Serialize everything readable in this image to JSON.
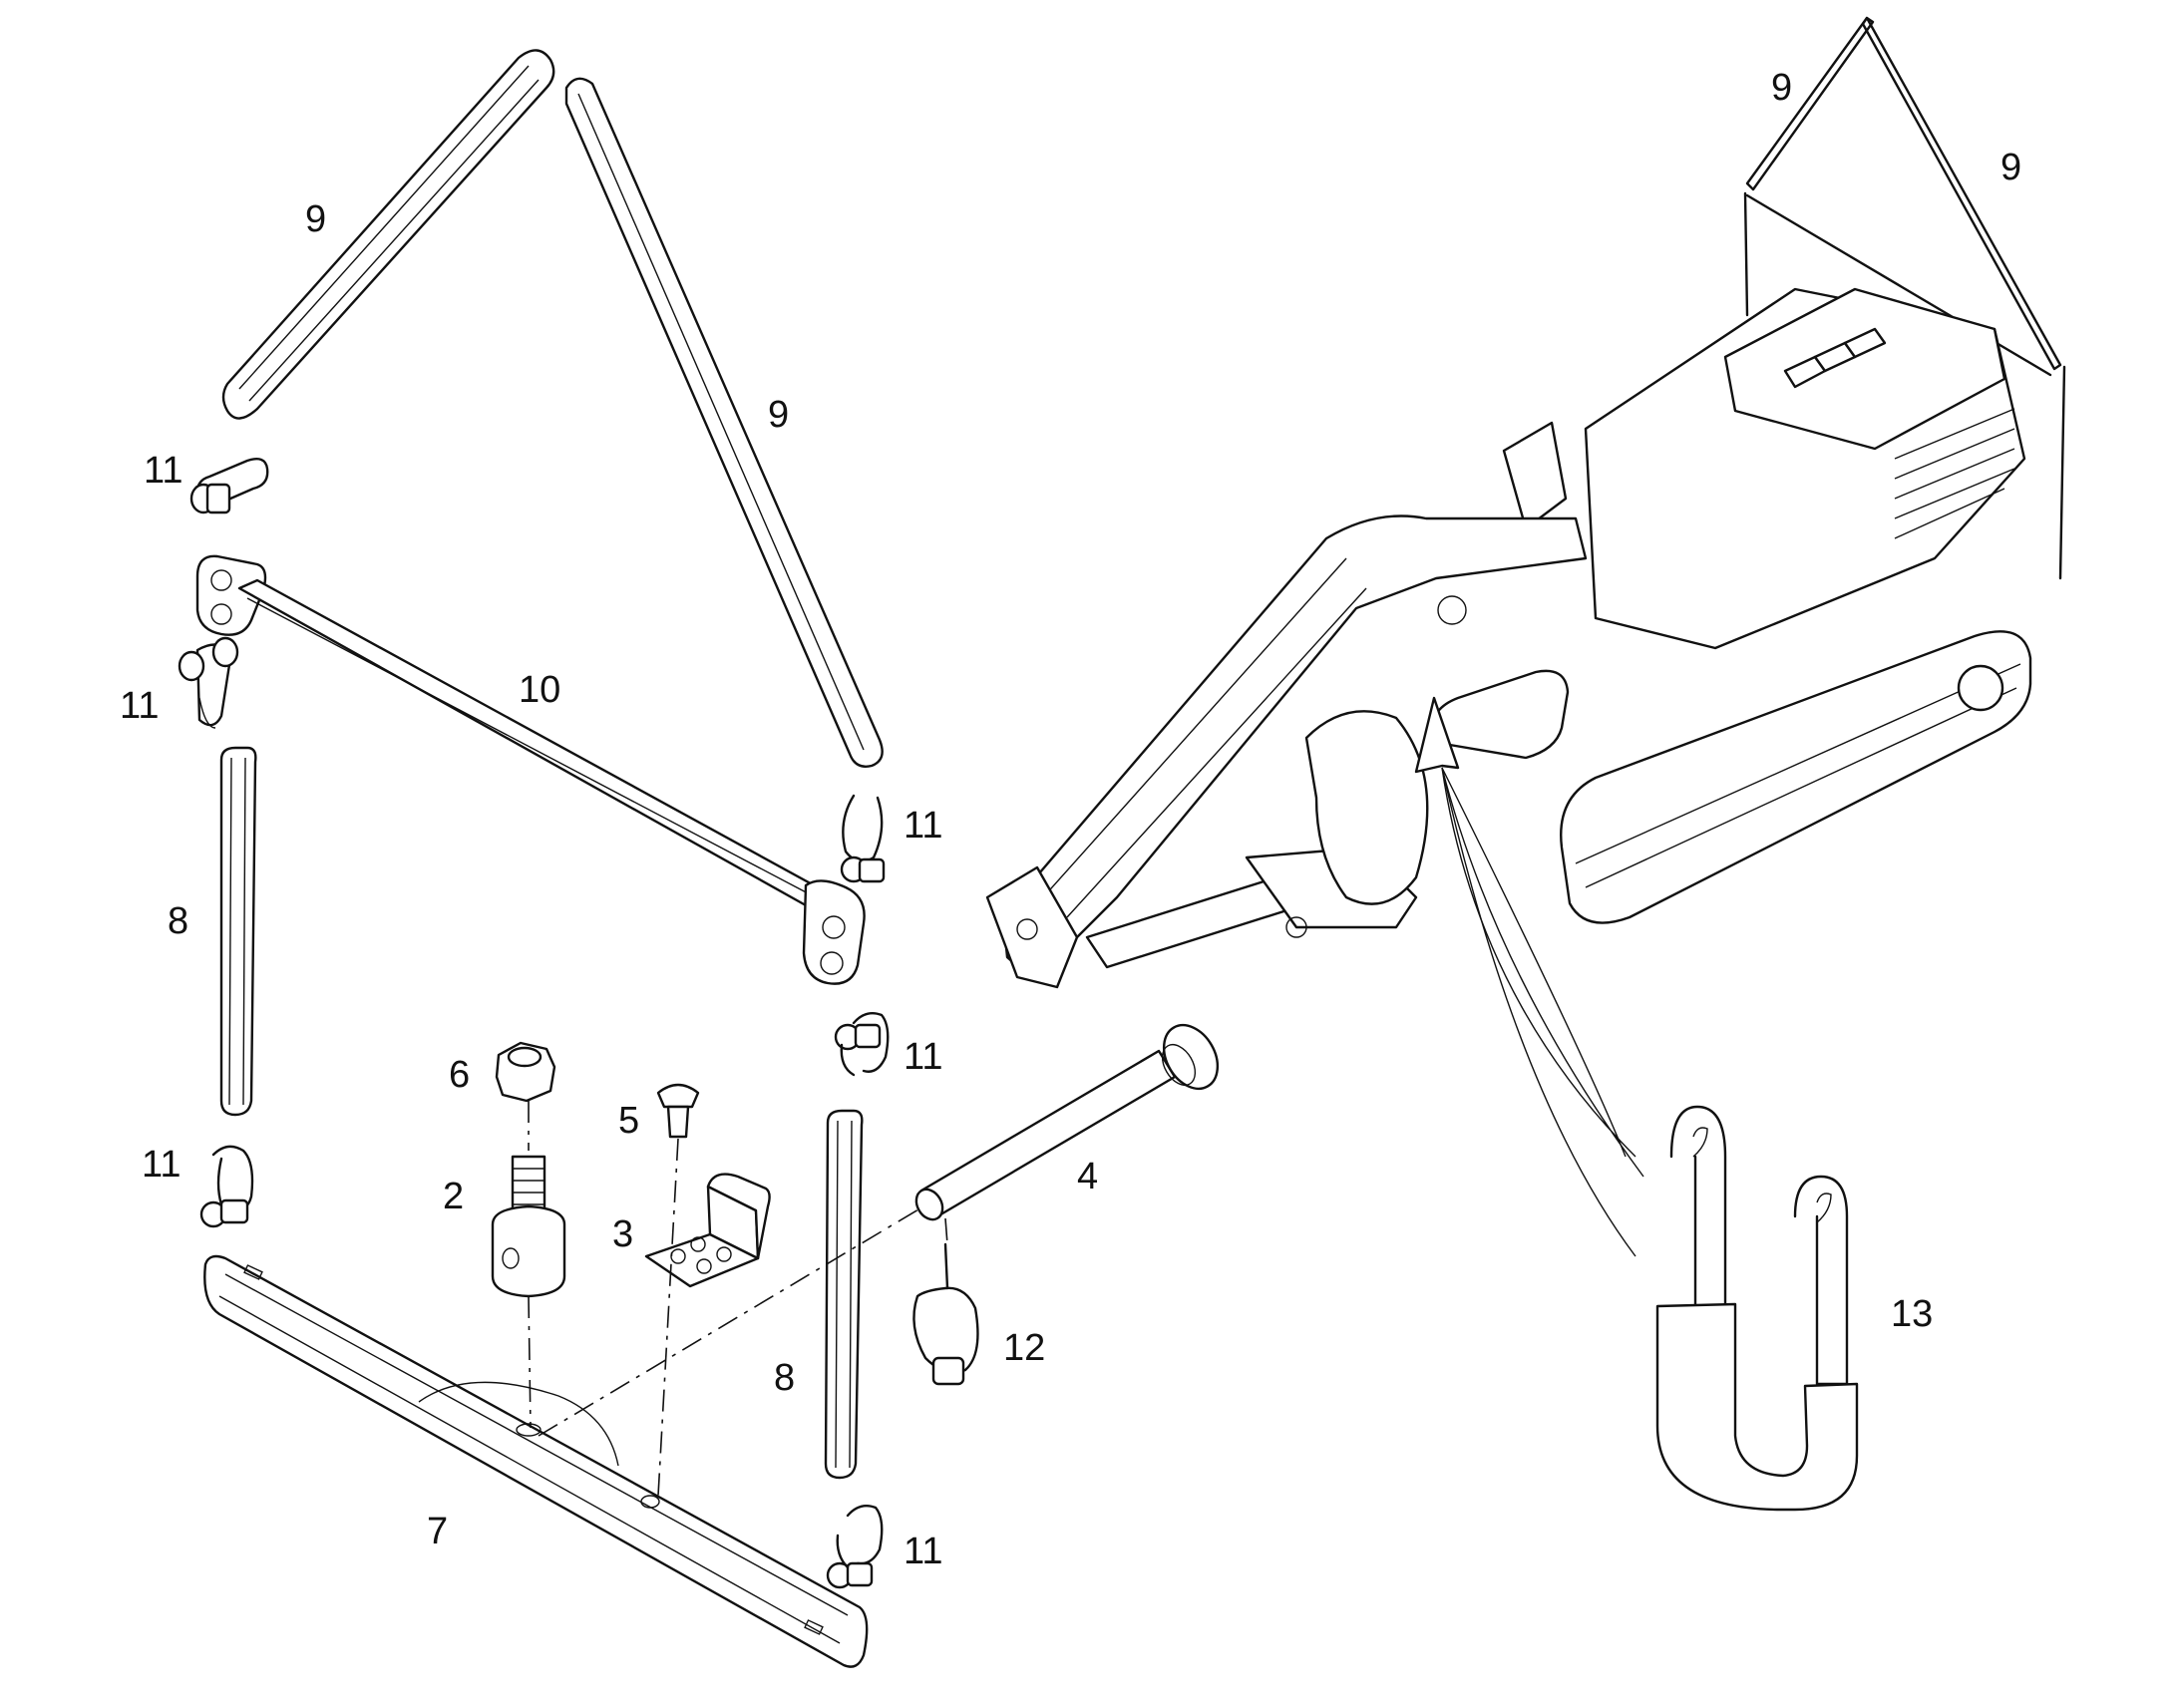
{
  "diagram": {
    "colors": {
      "line": "#111111",
      "background": "#ffffff"
    },
    "callouts": [
      {
        "id": "c9a",
        "text": "9"
      },
      {
        "id": "c9b",
        "text": "9"
      },
      {
        "id": "c9c",
        "text": "9"
      },
      {
        "id": "c9d",
        "text": "9"
      },
      {
        "id": "c11a",
        "text": "11"
      },
      {
        "id": "c11b",
        "text": "11"
      },
      {
        "id": "c11c",
        "text": "11"
      },
      {
        "id": "c11d",
        "text": "11"
      },
      {
        "id": "c11e",
        "text": "11"
      },
      {
        "id": "c11f",
        "text": "11"
      },
      {
        "id": "c10",
        "text": "10"
      },
      {
        "id": "c8a",
        "text": "8"
      },
      {
        "id": "c8b",
        "text": "8"
      },
      {
        "id": "c6",
        "text": "6"
      },
      {
        "id": "c5",
        "text": "5"
      },
      {
        "id": "c2",
        "text": "2"
      },
      {
        "id": "c3",
        "text": "3"
      },
      {
        "id": "c4",
        "text": "4"
      },
      {
        "id": "c12",
        "text": "12"
      },
      {
        "id": "c7",
        "text": "7"
      },
      {
        "id": "c13",
        "text": "13"
      }
    ]
  }
}
